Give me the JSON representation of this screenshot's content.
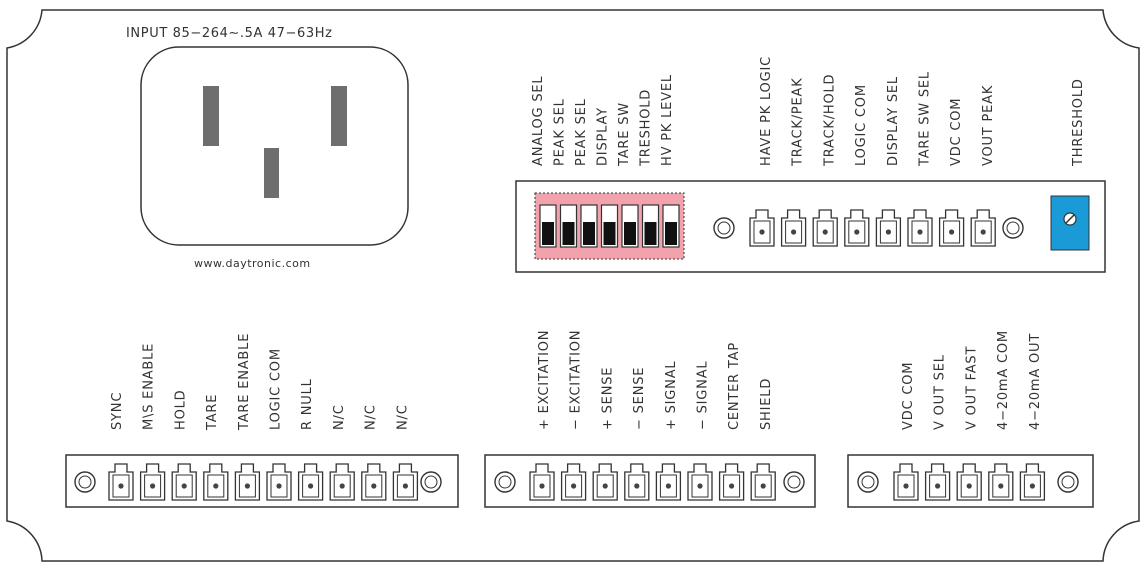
{
  "panel": {
    "input_label": "INPUT 85−264∼.5A 47−63Hz",
    "website": "www.daytronic.com",
    "threshold_label": "THRESHOLD"
  },
  "dip_switch_labels": [
    "ANALOG SEL",
    "PEAK SEL",
    "PEAK SEL",
    "DISPLAY",
    "TARE SW",
    "TRESHOLD",
    "HV PK LEVEL"
  ],
  "upper_block_labels": [
    "HAVE PK LOGIC",
    "TRACK/PEAK",
    "TRACK/HOLD",
    "LOGIC COM",
    "DISPLAY SEL",
    "TARE SW SEL",
    "VDC COM",
    "VOUT PEAK"
  ],
  "left_block_labels": [
    "SYNC",
    "M\\S ENABLE",
    "HOLD",
    "TARE",
    "TARE ENABLE",
    "LOGIC COM",
    "R NULL",
    "N/C",
    "N/C",
    "N/C"
  ],
  "middle_block_labels": [
    "+ EXCITATION",
    "− EXCITATION",
    "+ SENSE",
    "− SENSE",
    "+ SIGNAL",
    "− SIGNAL",
    "CENTER TAP",
    "SHIELD"
  ],
  "right_block_labels": [
    "VDC COM",
    "V OUT SEL",
    "V OUT FAST",
    "4−20mA COM",
    "4−20mA OUT"
  ],
  "colors": {
    "dip_switch_bg": "#f2a2ad",
    "threshold_pot_bg": "#1a9ad6",
    "line": "#333333",
    "terminal_plug": "#444444"
  }
}
